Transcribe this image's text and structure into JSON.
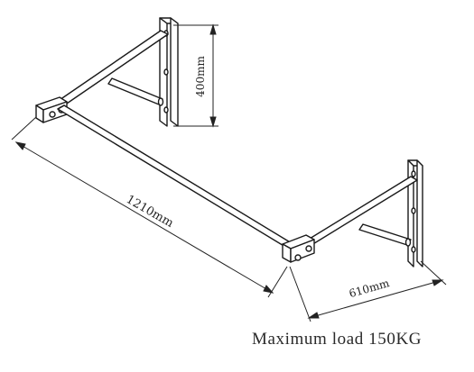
{
  "diagram": {
    "dimensions": {
      "height": "400mm",
      "length": "1210mm",
      "depth": "610mm"
    },
    "caption": "Maximum load 150KG"
  }
}
